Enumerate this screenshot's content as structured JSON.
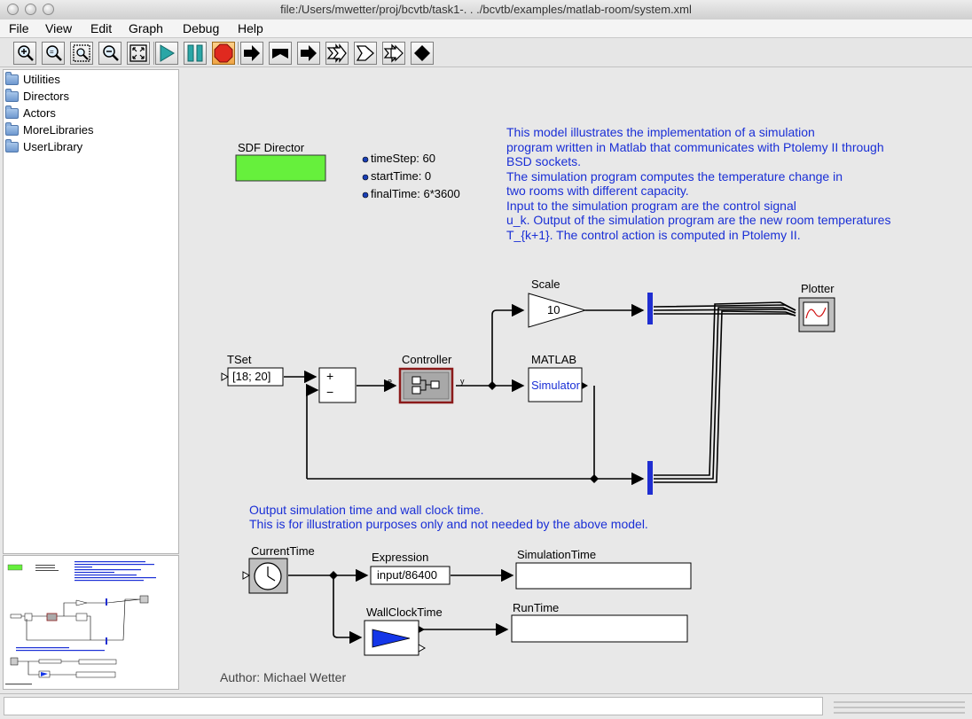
{
  "window": {
    "title": "file:/Users/mwetter/proj/bcvtb/task1-. . ./bcvtb/examples/matlab-room/system.xml"
  },
  "menu": [
    "File",
    "View",
    "Edit",
    "Graph",
    "Debug",
    "Help"
  ],
  "toolbar": {
    "buttons": [
      {
        "name": "zoom-in-icon"
      },
      {
        "name": "zoom-reset-icon"
      },
      {
        "name": "zoom-fit-icon"
      },
      {
        "name": "zoom-out-icon"
      },
      {
        "name": "full-screen-icon"
      },
      {
        "name": "run-icon"
      },
      {
        "name": "pause-icon"
      },
      {
        "name": "stop-icon"
      },
      {
        "name": "step-forward-icon"
      },
      {
        "name": "step-into-icon"
      },
      {
        "name": "step-over-icon"
      },
      {
        "name": "fast-forward-icon"
      },
      {
        "name": "step-out-icon"
      },
      {
        "name": "breakpoint-icon"
      },
      {
        "name": "debug-step-icon"
      }
    ]
  },
  "library": {
    "items": [
      "Utilities",
      "Directors",
      "Actors",
      "MoreLibraries",
      "UserLibrary"
    ]
  },
  "model": {
    "director": {
      "label": "SDF Director",
      "color": "#66f03c"
    },
    "params": [
      "timeStep: 60",
      "startTime: 0",
      "finalTime: 6*3600"
    ],
    "description": [
      "This model illustrates the implementation of a simulation",
      "program written in Matlab that communicates with Ptolemy II through",
      "BSD sockets.",
      "The simulation program computes the temperature change in",
      "two rooms with different capacity.",
      "Input to the simulation program are the control signal",
      "u_k. Output of the simulation program are the new room temperatures",
      "T_{k+1}. The control action is computed in Ptolemy II."
    ],
    "actors": {
      "tset": {
        "name": "TSet",
        "value": "[18; 20]"
      },
      "adder": {
        "plus": "+",
        "minus": "−"
      },
      "controller": {
        "name": "Controller",
        "port_in": "e",
        "port_out": "y"
      },
      "scale": {
        "name": "Scale",
        "value": "10"
      },
      "matlab": {
        "name": "MATLAB",
        "value": "Simulator"
      },
      "plotter": {
        "name": "Plotter"
      },
      "currenttime": {
        "name": "CurrentTime"
      },
      "expression": {
        "name": "Expression",
        "value": "input/86400"
      },
      "simtime": {
        "name": "SimulationTime",
        "value": ""
      },
      "wallclock": {
        "name": "WallClockTime"
      },
      "runtime": {
        "name": "RunTime",
        "value": ""
      }
    },
    "note": [
      "Output simulation time and wall clock time.",
      "This is for illustration purposes only and not needed by the above model."
    ],
    "author": "Author: Michael Wetter"
  },
  "colors": {
    "annotation": "#1a2fd6",
    "link_blue": "#1436e8",
    "relation": "#1f2ed1",
    "controller_border": "#8b1a1a"
  }
}
